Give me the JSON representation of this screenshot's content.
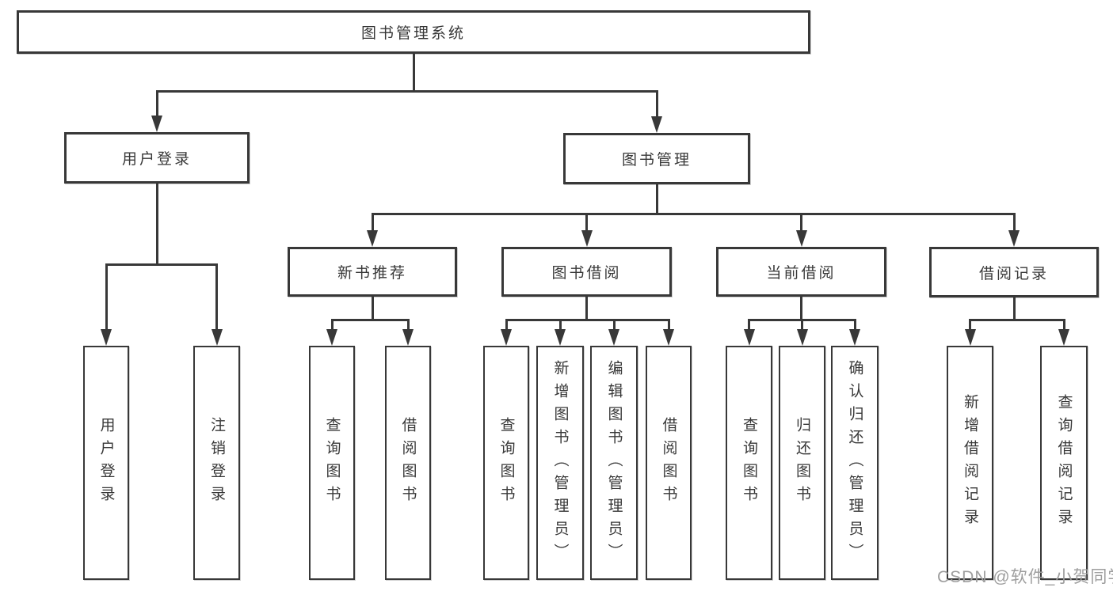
{
  "diagram": {
    "root": {
      "label": "图书管理系统"
    },
    "branches": [
      {
        "label": "用户登录",
        "children": [
          {
            "label": "用户登录"
          },
          {
            "label": "注销登录"
          }
        ]
      },
      {
        "label": "图书管理",
        "children": [
          {
            "label": "新书推荐",
            "children": [
              {
                "label": "查询图书"
              },
              {
                "label": "借阅图书"
              }
            ]
          },
          {
            "label": "图书借阅",
            "children": [
              {
                "label": "查询图书"
              },
              {
                "label": "新增图书（管理员）"
              },
              {
                "label": "编辑图书（管理员）"
              },
              {
                "label": "借阅图书"
              }
            ]
          },
          {
            "label": "当前借阅",
            "children": [
              {
                "label": "查询图书"
              },
              {
                "label": "归还图书"
              },
              {
                "label": "确认归还（管理员）"
              }
            ]
          },
          {
            "label": "借阅记录",
            "children": [
              {
                "label": "新增借阅记录"
              },
              {
                "label": "查询借阅记录"
              }
            ]
          }
        ]
      }
    ]
  },
  "watermark": {
    "text": "CSDN @软件_小贺同学"
  },
  "colors": {
    "line": "#383838",
    "text": "#383838",
    "background": "#ffffff",
    "watermark": "#9e9e9e"
  }
}
